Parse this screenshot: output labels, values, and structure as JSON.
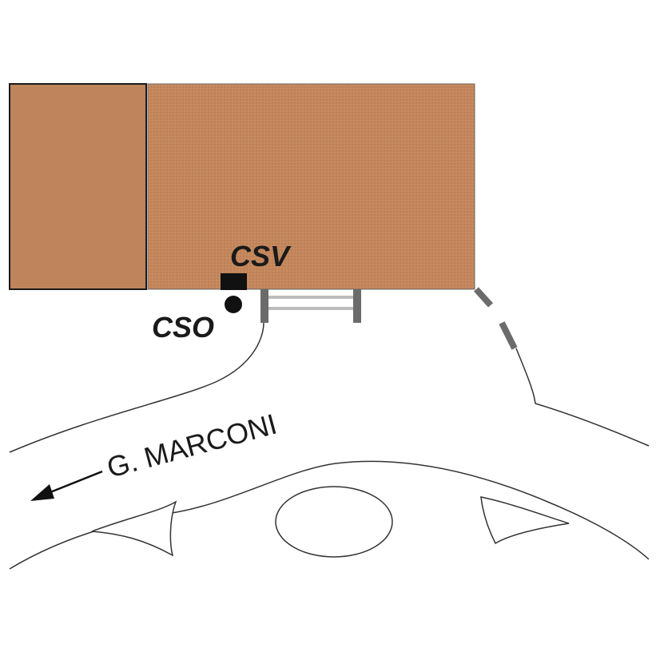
{
  "labels": {
    "csv": "CSV",
    "cso": "CSO",
    "street": "G. MARCONI"
  },
  "colors": {
    "building": "#c4875c",
    "building_dark": "#b87a52",
    "road_line": "#333333",
    "gate": "#6b6b6b"
  },
  "icons": {
    "csv_marker": "filled-square",
    "cso_marker": "filled-circle",
    "direction": "arrow-left-down"
  }
}
